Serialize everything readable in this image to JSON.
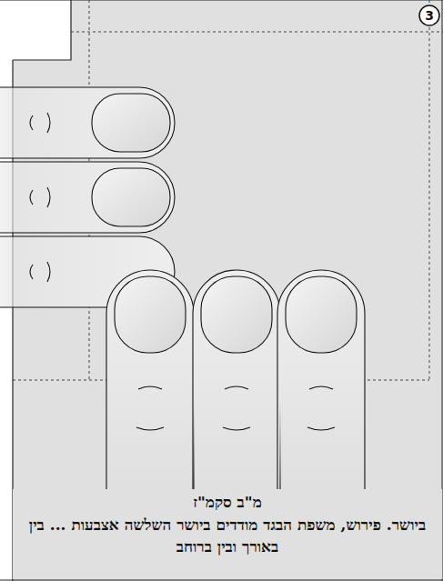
{
  "diagram": {
    "labels": [
      "3",
      "מ\"ב סקמ\"ז",
      "ביושר. פירוש, משפת הבגד מודדים ביושר השלשה אצבעות ... בין באורך ובין ברוחב"
    ]
  }
}
